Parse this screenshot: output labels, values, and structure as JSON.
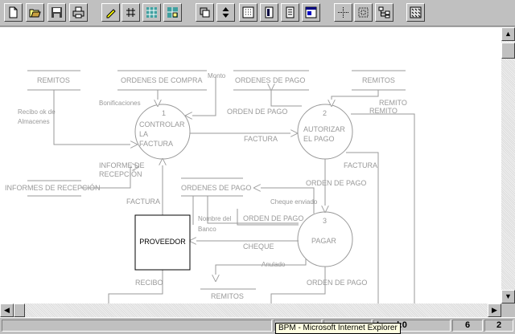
{
  "toolbar": {
    "buttons": [
      {
        "name": "new-file-icon"
      },
      {
        "name": "open-folder-icon"
      },
      {
        "name": "save-icon"
      },
      {
        "name": "print-icon"
      },
      {
        "name": "pencil-icon"
      },
      {
        "name": "grid-hash-icon"
      },
      {
        "name": "map-icon"
      },
      {
        "name": "map-zoom-icon"
      },
      {
        "name": "window-icon"
      },
      {
        "name": "up-down-arrows-icon"
      },
      {
        "name": "dot-grid-icon"
      },
      {
        "name": "column-icon"
      },
      {
        "name": "list-icon"
      },
      {
        "name": "form-icon"
      },
      {
        "name": "crosshair-icon"
      },
      {
        "name": "pattern-icon"
      },
      {
        "name": "hierarchy-icon"
      },
      {
        "name": "texture-icon"
      }
    ]
  },
  "diagram": {
    "processes": [
      {
        "number": "1",
        "lines": [
          "CONTROLAR",
          "LA",
          "FACTURA"
        ]
      },
      {
        "number": "2",
        "lines": [
          "AUTORIZAR",
          "EL PAGO"
        ]
      },
      {
        "number": "3",
        "lines": [
          "PAGAR"
        ]
      }
    ],
    "external_entity": "PROVEEDOR",
    "stores": {
      "remitos_left": "REMITOS",
      "ordenes_compra": "ORDENES DE COMPRA",
      "ordenes_pago_top": "ORDENES DE PAGO",
      "remitos_right": "REMITOS",
      "informes_recepcion": "INFORMES DE RECEPCIÓN",
      "ordenes_pago_mid": "ORDENES DE PAGO",
      "remitos_bottom": "REMITOS"
    },
    "flows": {
      "recibo_ok_1": "Recibo ok de",
      "recibo_ok_2": "Almacenes",
      "bonificaciones": "Bonificaciones",
      "monto": "Monto",
      "factura_12": "FACTURA",
      "orden_pago_top": "ORDEN DE PAGO",
      "remito_1": "REMITO",
      "remito_2": "REMITO",
      "informe_1": "INFORME DE",
      "informe_2": "RECEPCIÓN",
      "factura_right": "FACTURA",
      "orden_pago_23": "ORDEN DE PAGO",
      "factura_prov": "FACTURA",
      "cheque_enviado": "Cheque enviado",
      "nombre_banco_1": "Nombre del",
      "nombre_banco_2": "Banco",
      "orden_pago_3": "ORDEN DE PAGO",
      "cheque": "CHEQUE",
      "anulado": "Anulado",
      "recibo": "RECIBO",
      "orden_pago_bottom": "ORDEN DE PAGO"
    }
  },
  "tooltip": "BPM - Microsoft Internet Explorer",
  "status": {
    "level": "Level:0",
    "field_a": "6",
    "field_b": "2"
  }
}
